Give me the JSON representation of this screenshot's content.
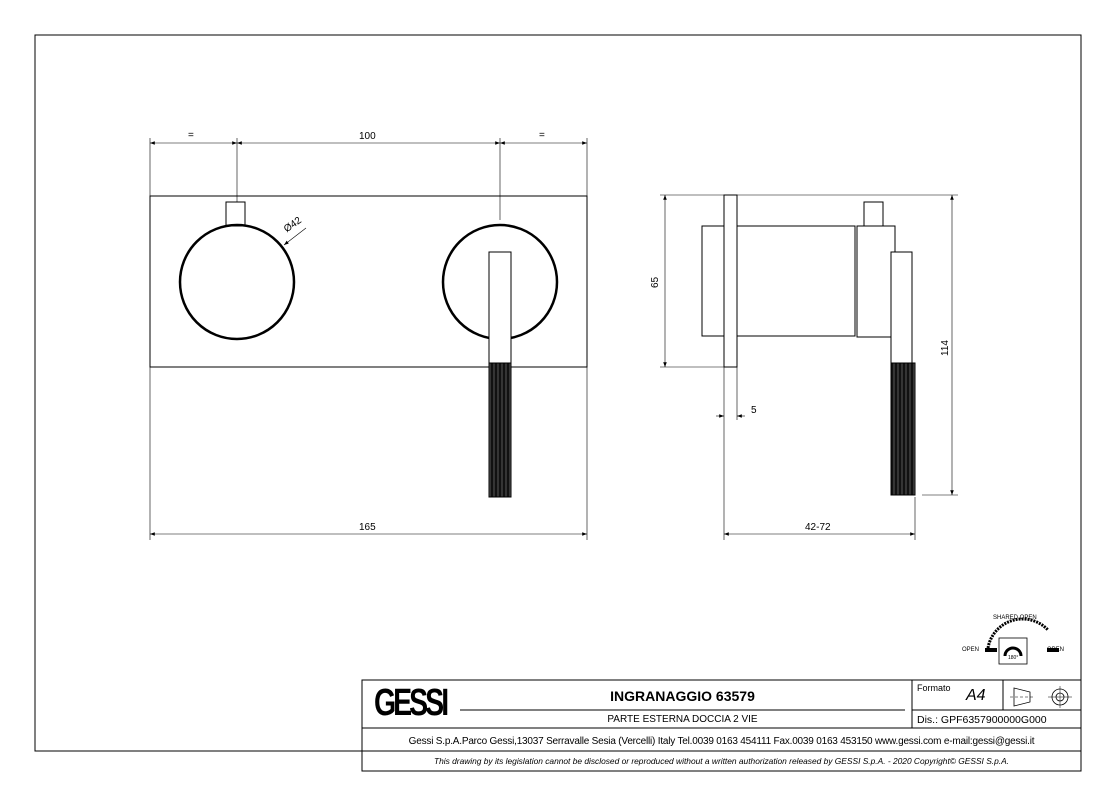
{
  "drawing": {
    "front_view": {
      "dim_top_left": "=",
      "dim_top_center": "100",
      "dim_top_right": "=",
      "dim_diameter": "Ø42",
      "dim_bottom": "165"
    },
    "side_view": {
      "dim_height_plate": "65",
      "dim_height_total": "114",
      "dim_thickness": "5",
      "dim_depth": "42-72"
    },
    "rotation_symbol": {
      "top_label": "SHARED OPEN",
      "left_label": "OPEN",
      "right_label": "OPEN",
      "angle_label": "180°"
    }
  },
  "title_block": {
    "logo": "GESSI",
    "title": "INGRANAGGIO 63579",
    "subtitle": "PARTE ESTERNA DOCCIA 2 VIE",
    "format_label": "Formato",
    "format_value": "A4",
    "drawing_number": "Dis.: GPF6357900000G000",
    "address": "Gessi S.p.A.Parco Gessi,13037 Serravalle Sesia (Vercelli) Italy Tel.0039 0163 454111 Fax.0039 0163 453150 www.gessi.com e-mail:gessi@gessi.it",
    "copyright": "This drawing by its legislation cannot be disclosed or reproduced without a written authorization released by GESSI S.p.A. - 2020 Copyright© GESSI S.p.A."
  }
}
